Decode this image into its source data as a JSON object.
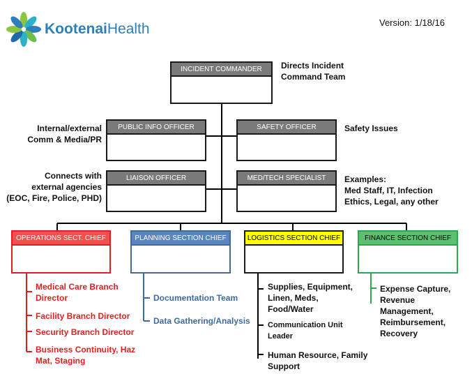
{
  "header": {
    "brand_name_bold": "Kootenai",
    "brand_name_rest": "Health",
    "version": "Version: 1/18/16"
  },
  "boxes": {
    "incident_commander": "INCIDENT COMMANDER",
    "public_info_officer": "PUBLIC INFO OFFICER",
    "safety_officer": "SAFETY OFFICER",
    "liaison_officer": "LIAISON OFFICER",
    "med_tech_specialist": "MED/TECH SPECIALIST",
    "operations_chief": "OPERATIONS SECT. CHIEF",
    "planning_chief": "PLANNING SECTION CHIEF",
    "logistics_chief": "LOGISTICS SECTION CHIEF",
    "finance_chief": "FINANCE SECTION CHIEF"
  },
  "notes": {
    "incident_commander": [
      "Directs Incident",
      "Command Team"
    ],
    "public_info": [
      "Internal/external",
      "Comm & Media/PR"
    ],
    "safety": [
      "Safety Issues"
    ],
    "liaison": [
      "Connects with",
      "external agencies",
      "(EOC, Fire, Police, PHD)"
    ],
    "med_tech": [
      "Examples:",
      "Med Staff, IT, Infection",
      "Ethics, Legal, any other"
    ]
  },
  "operations_items": [
    [
      "Medical Care Branch",
      "Director"
    ],
    [
      "Facility Branch Director"
    ],
    [
      "Security Branch Director"
    ],
    [
      "Business Continuity, Haz",
      "Mat, Staging"
    ]
  ],
  "planning_items": [
    [
      "Documentation Team"
    ],
    [
      "Data Gathering/Analysis"
    ]
  ],
  "logistics_items": [
    [
      "Supplies, Equipment,",
      "Linen, Meds,",
      "Food/Water"
    ],
    [
      "Communication Unit",
      "Leader"
    ],
    [
      "Human Resource, Family",
      "Support"
    ]
  ],
  "finance_items": [
    [
      "Expense Capture,",
      "Revenue",
      "Management,",
      "Reimbursement,",
      "Recovery"
    ]
  ],
  "colors": {
    "brand": "#2c7fb8",
    "operations": "#e02020",
    "planning": "#3d6aa0",
    "logistics": "#ffff00",
    "finance": "#2aa84a"
  }
}
